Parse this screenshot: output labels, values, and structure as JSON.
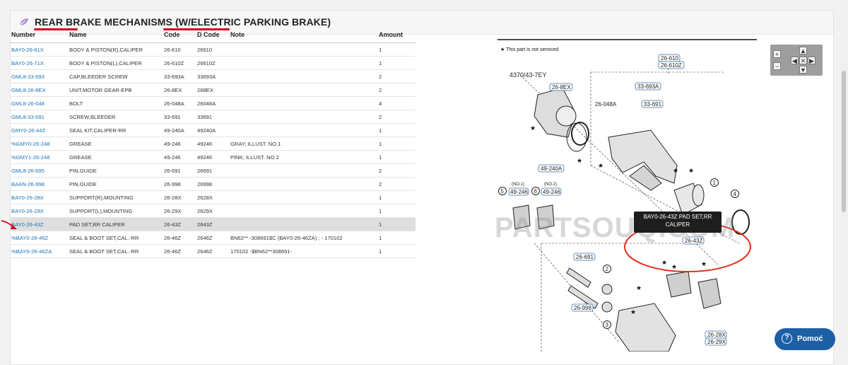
{
  "header": {
    "title": "REAR BRAKE MECHANISMS (W/ELECTRIC PARKING BRAKE)"
  },
  "table": {
    "columns": [
      "Number",
      "Name",
      "Code",
      "D Code",
      "Note",
      "Amount"
    ],
    "rows": [
      {
        "number": "BAY0-26-61X",
        "name": "BODY & PISTON(R),CALIPER",
        "code": "26-610",
        "dcode": "26610",
        "note": "",
        "amount": "1"
      },
      {
        "number": "BAY0-26-71X",
        "name": "BODY & PISTON(L),CALIPER",
        "code": "26-610Z",
        "dcode": "26610Z",
        "note": "",
        "amount": "1"
      },
      {
        "number": "GML8-33-693",
        "name": "CAP,BLEEDER SCREW",
        "code": "33-693A",
        "dcode": "33693A",
        "note": "",
        "amount": "2"
      },
      {
        "number": "GML8-26-8EX",
        "name": "UNIT,MOTOR GEAR-EPB",
        "code": "26-8EX",
        "dcode": "268EX",
        "note": "",
        "amount": "2"
      },
      {
        "number": "GML8-26-048",
        "name": "BOLT",
        "code": "26-048A",
        "dcode": "26048A",
        "note": "",
        "amount": "4"
      },
      {
        "number": "GML8-33-691",
        "name": "SCREW,BLEEDER",
        "code": "33-691",
        "dcode": "33691",
        "note": "",
        "amount": "2"
      },
      {
        "number": "GMY0-26-44Z",
        "name": "SEAL KIT,CALIPER-RR",
        "code": "49-240A",
        "dcode": "49240A",
        "note": "",
        "amount": "1"
      },
      {
        "number": "%GMY0-26-248",
        "name": "GREASE",
        "code": "49-246",
        "dcode": "49246",
        "note": "GRAY; ILLUST. NO.1",
        "amount": "1"
      },
      {
        "number": "%GMY1-26-248",
        "name": "GREASE",
        "code": "49-246",
        "dcode": "49246",
        "note": "PINK; ILLUST. NO.2",
        "amount": "1"
      },
      {
        "number": "GML8-26-695",
        "name": "PIN,GUIDE",
        "code": "26-691",
        "dcode": "26691",
        "note": "",
        "amount": "2"
      },
      {
        "number": "BAAN-26-998",
        "name": "PIN,GUIDE",
        "code": "26-998",
        "dcode": "26998",
        "note": "",
        "amount": "2"
      },
      {
        "number": "BAY0-26-28X",
        "name": "SUPPORT(R),MOUNTING",
        "code": "26-28X",
        "dcode": "2628X",
        "note": "",
        "amount": "1"
      },
      {
        "number": "BAY0-26-29X",
        "name": "SUPPORT(L),MOUNTING",
        "code": "26-29X",
        "dcode": "2629X",
        "note": "",
        "amount": "1"
      },
      {
        "number": "BAY0-26-43Z",
        "name": "PAD SET,RR CALIPER",
        "code": "26-43Z",
        "dcode": "2643Z",
        "note": "",
        "amount": "1"
      },
      {
        "number": "%BAY0-26-46Z",
        "name": "SEAL & BOOT SET,CAL.-RR",
        "code": "26-46Z",
        "dcode": "2646Z",
        "note": "BN62** -308691$C (BAY0-26-46ZA) ; - 170102",
        "amount": "1"
      },
      {
        "number": "%BAY0-26-46ZA",
        "name": "SEAL & BOOT SET,CAL.-RR",
        "code": "26-46Z",
        "dcode": "2646Z",
        "note": "170102 -$BN62**308691-",
        "amount": "1"
      }
    ]
  },
  "diagram": {
    "not_served": "★ This part is not serviced",
    "ref": "4370/43-7EY",
    "watermark": "PARTSOUQ.COM",
    "tooltip": "BAY0-26-43Z PAD SET,RR CALIPER",
    "labels": [
      "26-610",
      "26-610Z",
      "26-8EX",
      "33-693A",
      "26-048A",
      "33-691",
      "49-240A",
      "(NO.1)",
      "49-246",
      "(NO.2)",
      "49-246",
      "26-43Z",
      "26-691",
      "26-998",
      "26-28X",
      "26-29X",
      "5",
      "6",
      "1",
      "4",
      "2",
      "3"
    ]
  },
  "zoom": {
    "plus": "+",
    "minus": "−"
  },
  "help": {
    "label": "Pomoć",
    "icon": "?"
  },
  "colors": {
    "accent": "#d0021b",
    "link": "#1a73b5",
    "help": "#1d5fa5"
  }
}
